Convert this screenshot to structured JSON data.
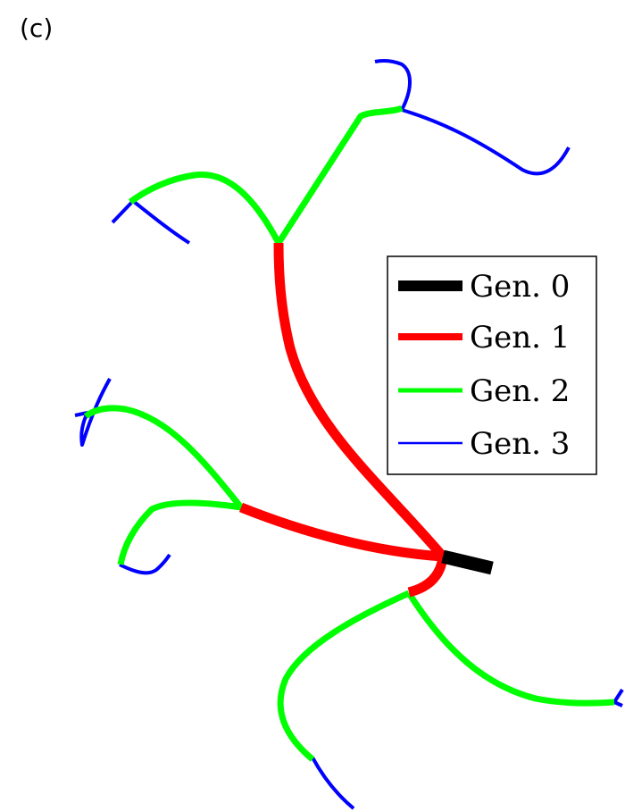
{
  "panel_label": "(c)",
  "legend": {
    "entries": [
      {
        "label": "Gen. 0",
        "color": "#000000"
      },
      {
        "label": "Gen. 1",
        "color": "#ff0000"
      },
      {
        "label": "Gen. 2",
        "color": "#00ff00"
      },
      {
        "label": "Gen. 3",
        "color": "#0000ff"
      }
    ]
  },
  "generations": [
    0,
    1,
    2,
    3
  ]
}
